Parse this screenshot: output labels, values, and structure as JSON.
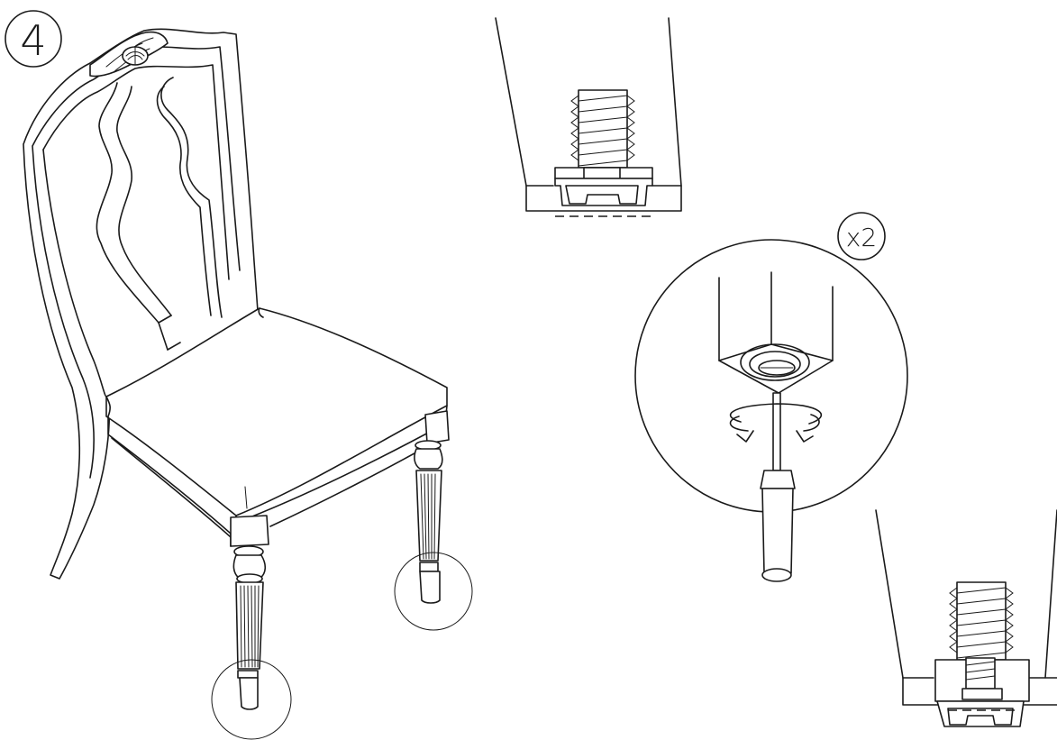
{
  "step": {
    "number": "4"
  },
  "detail": {
    "multiplier": "x2"
  },
  "icons": {
    "chair": "chair-illustration",
    "screwdriver": "screwdriver-icon",
    "rotation": "rotate-arrow-icon",
    "bolt": "threaded-bolt-icon",
    "glide": "leveling-glide-icon"
  },
  "colors": {
    "line": "#1a1a1a",
    "background": "#ffffff"
  }
}
